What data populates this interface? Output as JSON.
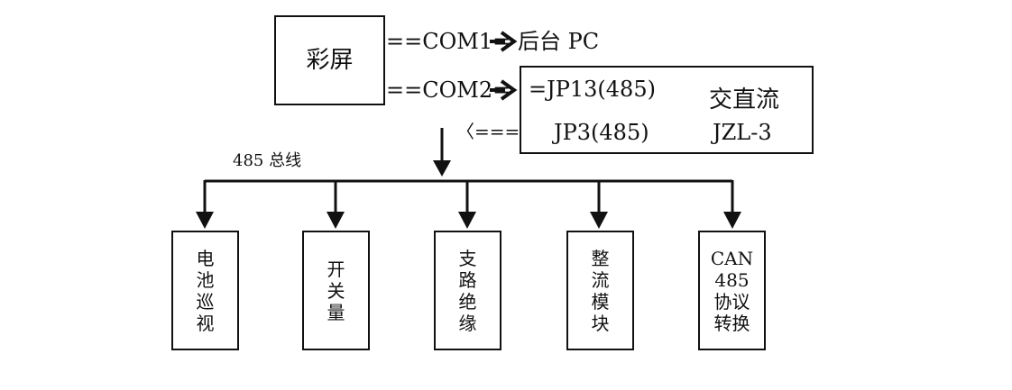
{
  "main_box": {
    "label": "彩屏"
  },
  "com1": {
    "label": "==COM1=",
    "target": "后台 PC"
  },
  "com2": {
    "label": "==COM2=",
    "port_top": "=JP13(485)",
    "port_bottom": "JP3(485)"
  },
  "return_arrow": "〈===",
  "power_box": {
    "name": "交直流",
    "model": "JZL-3"
  },
  "bus_label": "485 总线",
  "modules": [
    {
      "name": "battery",
      "lines": [
        "电",
        "池",
        "巡",
        "视"
      ]
    },
    {
      "name": "switch",
      "lines": [
        "开",
        "关",
        "量"
      ]
    },
    {
      "name": "branch-insulation",
      "lines": [
        "支",
        "路",
        "绝",
        "缘"
      ]
    },
    {
      "name": "rectifier",
      "lines": [
        "整",
        "流",
        "模",
        "块"
      ]
    },
    {
      "name": "can-converter",
      "lines": [
        "CAN",
        "485",
        "协议",
        "转换"
      ]
    }
  ]
}
